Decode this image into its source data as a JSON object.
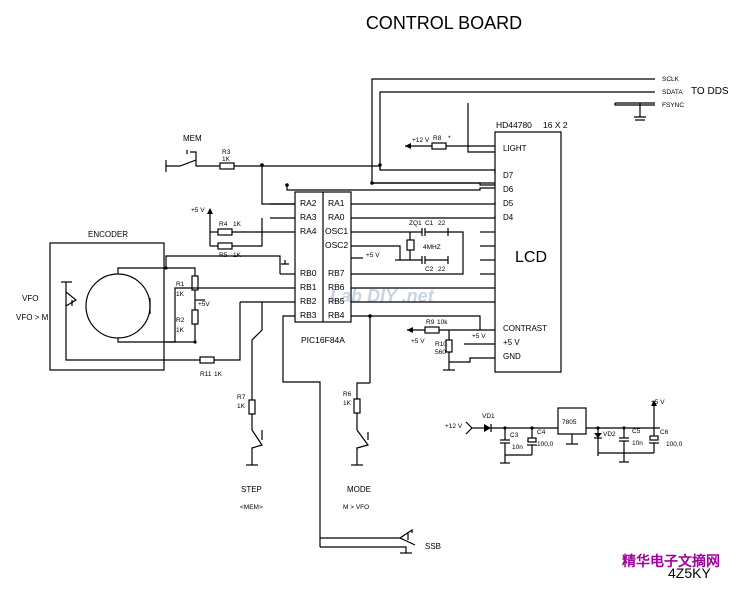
{
  "title": "CONTROL BOARD",
  "dds": {
    "label": "TO DDS",
    "signals": [
      "SCLK",
      "SDATA",
      "FSYNC"
    ]
  },
  "lcd": {
    "model": "HD44780",
    "size": "16 X 2",
    "label": "LCD",
    "pins": [
      "LIGHT",
      "D7",
      "D6",
      "D5",
      "D4",
      "CONTRAST",
      "+5 V",
      "GND"
    ]
  },
  "mcu": {
    "name": "PIC16F84A",
    "left_pins": [
      "RA2",
      "RA3",
      "RA4",
      "RB0",
      "RB1",
      "RB2",
      "RB3"
    ],
    "right_pins": [
      "RA1",
      "RA0",
      "OSC1",
      "OSC2",
      "RB7",
      "RB6",
      "RB5",
      "RB4"
    ]
  },
  "encoder": {
    "label": "ENCODER"
  },
  "labels": {
    "mem": "MEM",
    "vfo": "VFO",
    "vfo_m": "VFO > M",
    "step": "STEP",
    "step_sub": "<MEM>",
    "mode": "MODE",
    "mode_sub": "M > VFO",
    "ssb": "SSB",
    "plus12": "+12 V",
    "plus5": "+5 V",
    "plus5b": "+5V"
  },
  "components": {
    "r3": {
      "ref": "R3",
      "val": "1K"
    },
    "r4": {
      "ref": "R4",
      "val": "1K"
    },
    "r5": {
      "ref": "R5",
      "val": "1K"
    },
    "r8": {
      "ref": "R8",
      "val": "*"
    },
    "r1": {
      "ref": "R1",
      "val": "1K"
    },
    "r2": {
      "ref": "R2",
      "val": "1K"
    },
    "r11": {
      "ref": "R11",
      "val": "1K"
    },
    "r7": {
      "ref": "R7",
      "val": "1K"
    },
    "r6": {
      "ref": "R6",
      "val": "1K"
    },
    "r9": {
      "ref": "R9",
      "val": "10k"
    },
    "r10": {
      "ref": "R10",
      "val": "560"
    },
    "c1": {
      "ref": "C1",
      "val": "22"
    },
    "c2": {
      "ref": "C2",
      "val": "22"
    },
    "zq1": {
      "ref": "ZQ1",
      "val": "4MHZ"
    },
    "vd1": "VD1",
    "vd2": "VD2",
    "c3": {
      "ref": "C3",
      "val": "10n"
    },
    "c4": {
      "ref": "C4",
      "val": "100,0"
    },
    "c5": {
      "ref": "C5",
      "val": "10n"
    },
    "c6": {
      "ref": "C6",
      "val": "100,0"
    },
    "reg": "7805"
  },
  "watermark": {
    "site": "Lab DIY .net",
    "cn": "精华电子文摘网",
    "code": "4Z5KY"
  }
}
